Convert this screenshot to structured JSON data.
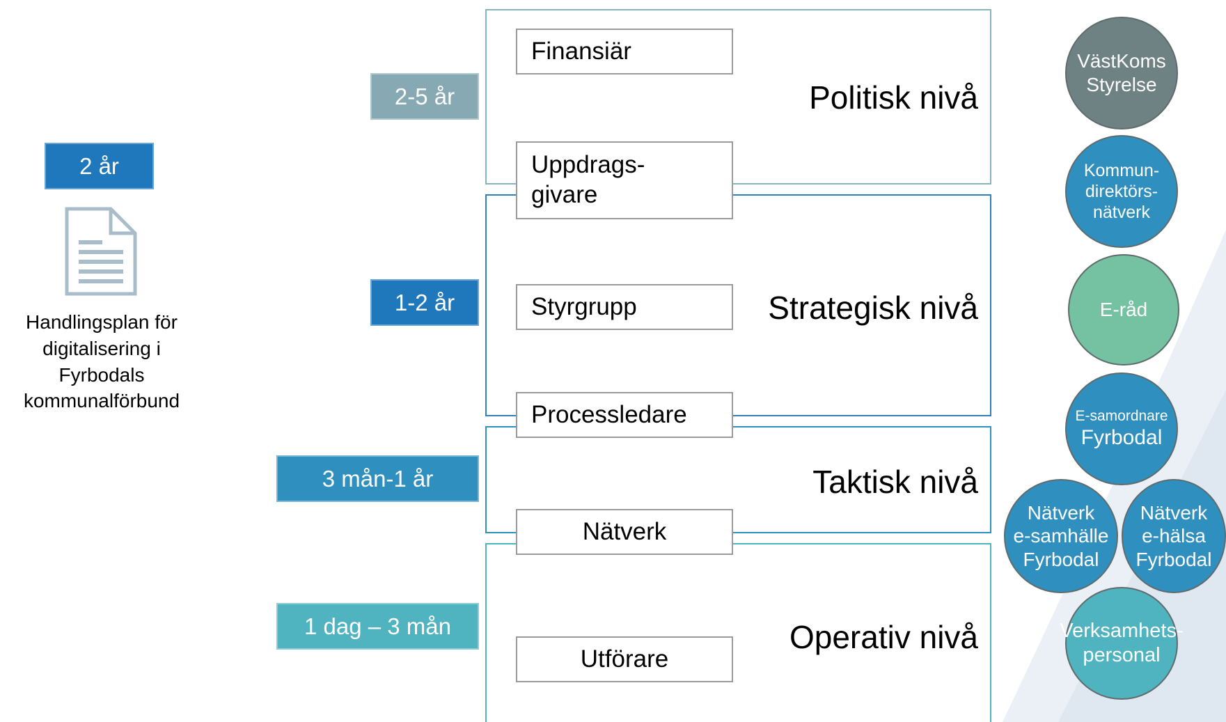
{
  "colors": {
    "grey_blue": "#87a9b4",
    "blue": "#1f77bc",
    "mid_blue": "#2f8fbf",
    "teal": "#4fb3c0",
    "dark_grey": "#6e8283",
    "green": "#74c2a2"
  },
  "left": {
    "tag": "2 år",
    "document_icon": "document-icon",
    "caption": "Handlingsplan för digitalisering i Fyrbodals kommunalförbund"
  },
  "timeframes": [
    "2-5 år",
    "1-2 år",
    "3 mån-1 år",
    "1 dag – 3 mån"
  ],
  "levels": [
    "Politisk nivå",
    "Strategisk nivå",
    "Taktisk nivå",
    "Operativ nivå"
  ],
  "roles": {
    "finansiar": "Finansiär",
    "uppdragsgivare": "Uppdrags-\ngivare",
    "styrgrupp": "Styrgrupp",
    "processledare": "Processledare",
    "natverk": "Nätverk",
    "utforare": "Utförare"
  },
  "circles": {
    "vastkoms": "VästKoms\nStyrelse",
    "kommundirektor": "Kommun-\ndirektörs-\nnätverk",
    "erad": "E-råd",
    "esamordnare_line1": "E-samordnare",
    "esamordnare_line2": "Fyrbodal",
    "esamhalle": "Nätverk\ne-samhälle\nFyrbodal",
    "ehalsa": "Nätverk\ne-hälsa\nFyrbodal",
    "verksamhet": "Verksamhets-\npersonal"
  }
}
